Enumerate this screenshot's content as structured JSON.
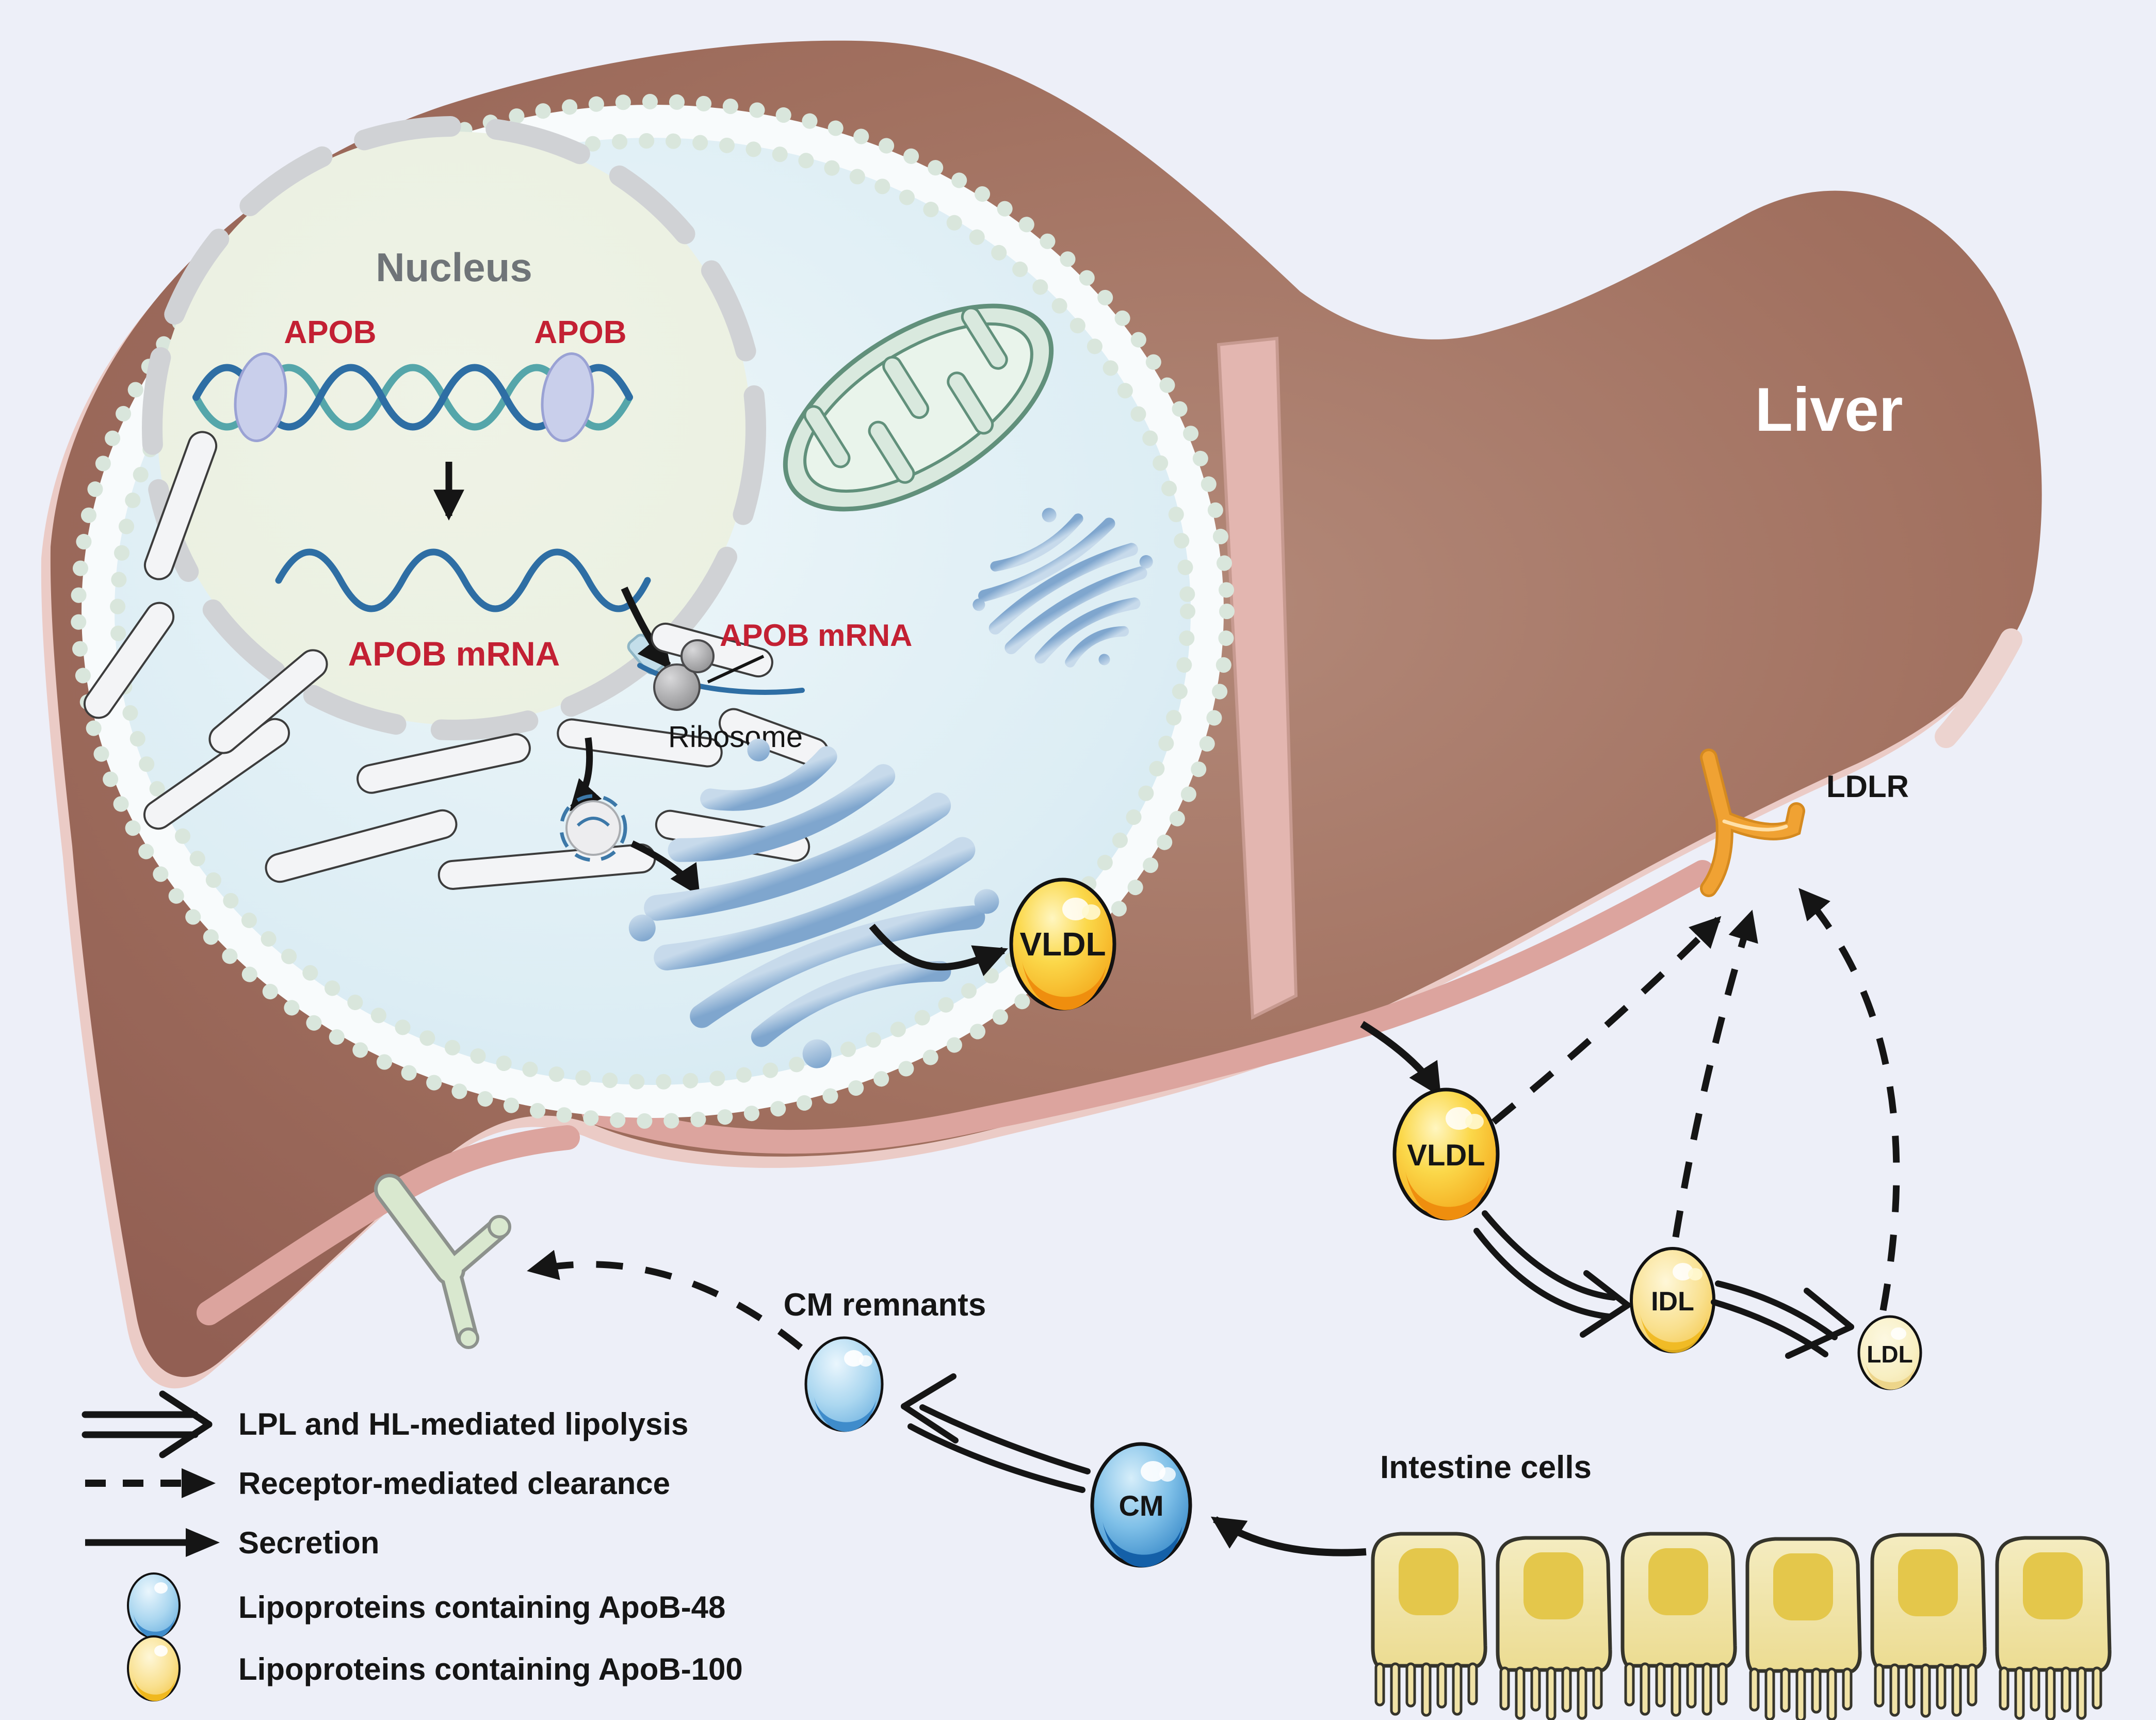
{
  "colors": {
    "background": "#EDEFF8",
    "liver": "#A1705F",
    "liver_light": "#B28878",
    "liver_deep": "#925F53",
    "liver_rim": "#EBCBC6",
    "liver_vessel": "#DCA49E",
    "liver_band": "#E3B6B0",
    "cell_fill": "#DCEDF4",
    "cell_fill_light": "#EDF6F9",
    "membrane_band": "#F8FBFC",
    "membrane_dot": "#D9E6DC",
    "nucleus_fill": "#EAF0E1",
    "nucleus_envelope": "#D0D2D5",
    "dna_blue": "#2E6EA4",
    "dna_teal": "#55A6AA",
    "transcription_factor": "#C9CFEB",
    "label_red": "#C32033",
    "label_gray": "#6F7478",
    "label_black": "#151515",
    "label_white": "#FFFFFF",
    "er_fill": "#F3F4F6",
    "er_stroke": "#3C3C3C",
    "golgi_light": "#C7DAEB",
    "golgi_dark": "#7FA6CE",
    "mito_fill": "#D9E9DE",
    "mito_stroke": "#61907B",
    "ribosome_gray": "#8E8E90",
    "pore_fill": "#C3DEEA",
    "gold_light": "#FFF6C0",
    "gold": "#FBD84A",
    "gold_deep": "#F29C0F",
    "gold_crescent": "#EF8E0E",
    "pale_gold_light": "#FEF7D8",
    "pale_gold": "#F3C23D",
    "cream_gold_light": "#FCF8E2",
    "cream_gold": "#F2DF9E",
    "cm_blue_light": "#D6EEFA",
    "cm_blue": "#1D74BC",
    "remnant_blue_light": "#EAF6FD",
    "remnant_blue": "#5CA6DB",
    "ldlr_orange": "#F0A233",
    "remnant_receptor_green": "#D9E8CF",
    "receptor_outline_gray": "#8D928D",
    "intestine_cell_light": "#F4ECC0",
    "intestine_cell": "#ECDC92",
    "intestine_nucleus": "#E4C74B",
    "intestine_stroke": "#35342B",
    "arrow_black": "#151515"
  },
  "liver": {
    "label": "Liver"
  },
  "hepatocyte": {
    "nucleus_label": "Nucleus",
    "apob_gene_left": "APOB",
    "apob_gene_right": "APOB",
    "apob_mrna_label": "APOB mRNA",
    "apob_mrna_ribosome_label": "APOB mRNA",
    "ribosome_label": "Ribosome",
    "vldl_label": "VLDL"
  },
  "receptors": {
    "ldlr_label": "LDLR"
  },
  "plasma_pathway": {
    "vldl_label": "VLDL",
    "idl_label": "IDL",
    "ldl_label": "LDL"
  },
  "chylomicron_pathway": {
    "cm_label": "CM",
    "cm_remnants_label": "CM remnants",
    "intestine_label": "Intestine cells"
  },
  "legend": {
    "items": [
      {
        "icon": "double-line-arrow",
        "label": "LPL and HL-mediated lipolysis"
      },
      {
        "icon": "dashed-arrow",
        "label": "Receptor-mediated clearance"
      },
      {
        "icon": "solid-arrow",
        "label": "Secretion"
      },
      {
        "icon": "blue-lipoprotein-sphere",
        "label": "Lipoproteins containing ApoB-48"
      },
      {
        "icon": "yellow-lipoprotein-sphere",
        "label": "Lipoproteins containing ApoB-100"
      }
    ]
  }
}
